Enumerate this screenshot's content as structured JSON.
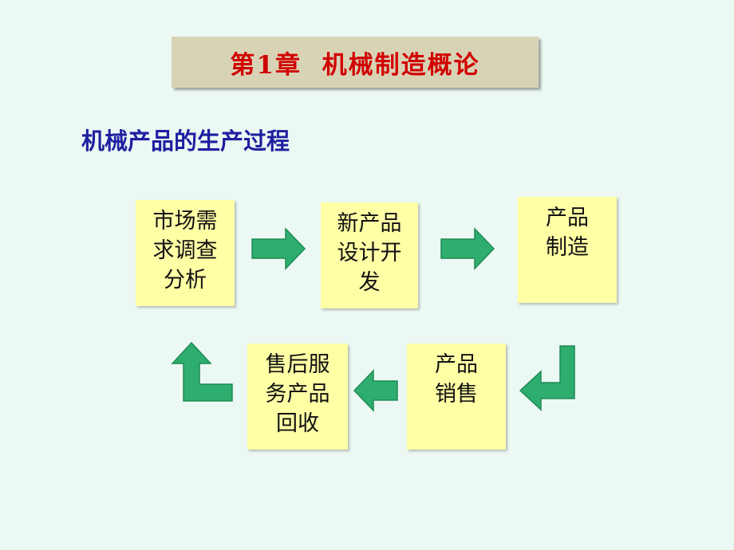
{
  "title": "第1章  机械制造概论",
  "subtitle": "机械产品的生产过程",
  "steps": [
    {
      "label": "市场需\n求调查\n分析"
    },
    {
      "label": "新产品\n设计开\n发"
    },
    {
      "label": "产品\n制造"
    },
    {
      "label": "产品\n销售"
    },
    {
      "label": "售后服\n务产品\n回收"
    }
  ],
  "colors": {
    "background": "#ECF8F3",
    "title_text": "#D10000",
    "title_banner": "#D9D3B6",
    "subtitle_text": "#1F1FA0",
    "box_fill": "#FFFFA6",
    "arrow_fill": "#2EAE6E"
  }
}
